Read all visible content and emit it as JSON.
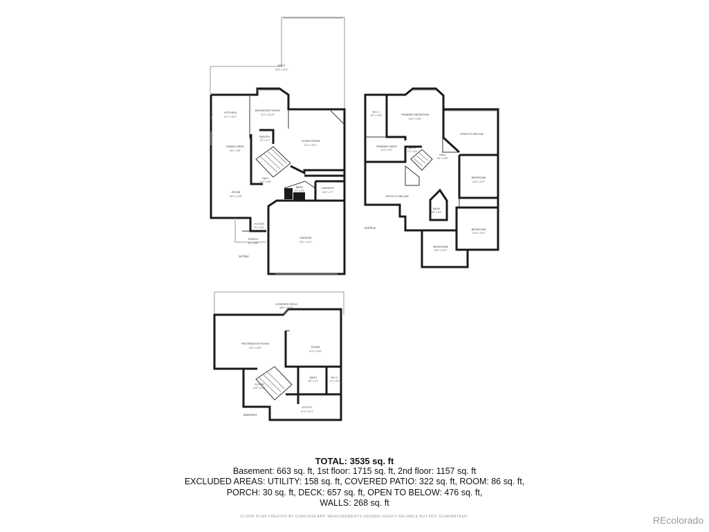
{
  "floors": [
    {
      "label": "1st floor",
      "rooms": [
        {
          "name": "DECK",
          "dims": "20'3\" x 27'4\""
        },
        {
          "name": "KITCHEN",
          "dims": "11'1\" x 15'1\""
        },
        {
          "name": "BREAKFAST NOOK",
          "dims": "11'2\" x 11'10\""
        },
        {
          "name": "PANTRY",
          "dims": "3'1\" x 1'7\""
        },
        {
          "name": "DINING AREA",
          "dims": "14'1\" x 9'5\""
        },
        {
          "name": "LIVING ROOM",
          "dims": "21'1\" x 15'1\""
        },
        {
          "name": "HALL",
          "dims": "11'2\" x 6'0\""
        },
        {
          "name": "BATH",
          "dims": "6'2\" x 5'5\""
        },
        {
          "name": "LAUNDRY",
          "dims": "10'6\" x 7'1\""
        },
        {
          "name": "ROOM",
          "dims": "16'4\" x 10'5\""
        },
        {
          "name": "FOYER",
          "dims": "8'1\" x 6'4\""
        },
        {
          "name": "PORCH",
          "dims": "8'1\" x 5'8\""
        },
        {
          "name": "GARAGE",
          "dims": "22'1\" x 21'1\""
        }
      ]
    },
    {
      "label": "2nd floor",
      "rooms": [
        {
          "name": "W.I.C.",
          "dims": "6'3\" x 10'8\""
        },
        {
          "name": "PRIMARY BEDROOM",
          "dims": "16'0\" x 13'9\""
        },
        {
          "name": "OPEN TO BELOW",
          "dims": ""
        },
        {
          "name": "PRIMARY BATH",
          "dims": "12'2\" x 9'2\""
        },
        {
          "name": "BATH",
          "dims": "7'3\" x 3'3\""
        },
        {
          "name": "HALL",
          "dims": "6'6\" x 23'1\""
        },
        {
          "name": "BEDROOM",
          "dims": "11'5\" x 12'2\""
        },
        {
          "name": "OPEN TO BELOW",
          "dims": ""
        },
        {
          "name": "BATH",
          "dims": "6'6\" x 8'4\""
        },
        {
          "name": "BEDROOM",
          "dims": "11'5\" x 13'0\""
        },
        {
          "name": "BEDROOM",
          "dims": "10'4\" x 12'4\""
        }
      ]
    },
    {
      "label": "Basement",
      "rooms": [
        {
          "name": "COVERED PATIO",
          "dims": "38'9\" x 10'10\""
        },
        {
          "name": "RECREATION ROOM",
          "dims": "24'1\" x 22'0\""
        },
        {
          "name": "ROOM",
          "dims": "10'3\" x 9'10\""
        },
        {
          "name": "FOYER",
          "dims": "10'5\" x 10'6\""
        },
        {
          "name": "BATH",
          "dims": "8'0\" x 4'7\""
        },
        {
          "name": "W.I.C.",
          "dims": "4'2\" x 6'1\""
        },
        {
          "name": "UTILITY",
          "dims": "21'4\" x 10'1\""
        }
      ]
    }
  ],
  "summary": {
    "total": "TOTAL: 3535 sq. ft",
    "line1": "Basement: 663 sq. ft, 1st floor: 1715 sq. ft, 2nd floor: 1157 sq. ft",
    "line2": "EXCLUDED AREAS: UTILITY: 158 sq. ft, COVERED PATIO: 322 sq. ft, ROOM: 86 sq. ft,",
    "line3": "PORCH: 30 sq. ft, DECK: 657 sq. ft, OPEN TO BELOW: 476 sq. ft,",
    "line4": "WALLS: 268 sq. ft"
  },
  "disclaimer": "FLOOR PLAN CREATED BY CUBICASA APP. MEASUREMENTS DEEMED HIGHLY RELIABLE BUT NOT GUARANTEED.",
  "brand": "REcolorado",
  "colors": {
    "wall": "#1a1a1a",
    "window": "#8a8a8a",
    "text": "#111111",
    "muted": "#999999"
  }
}
